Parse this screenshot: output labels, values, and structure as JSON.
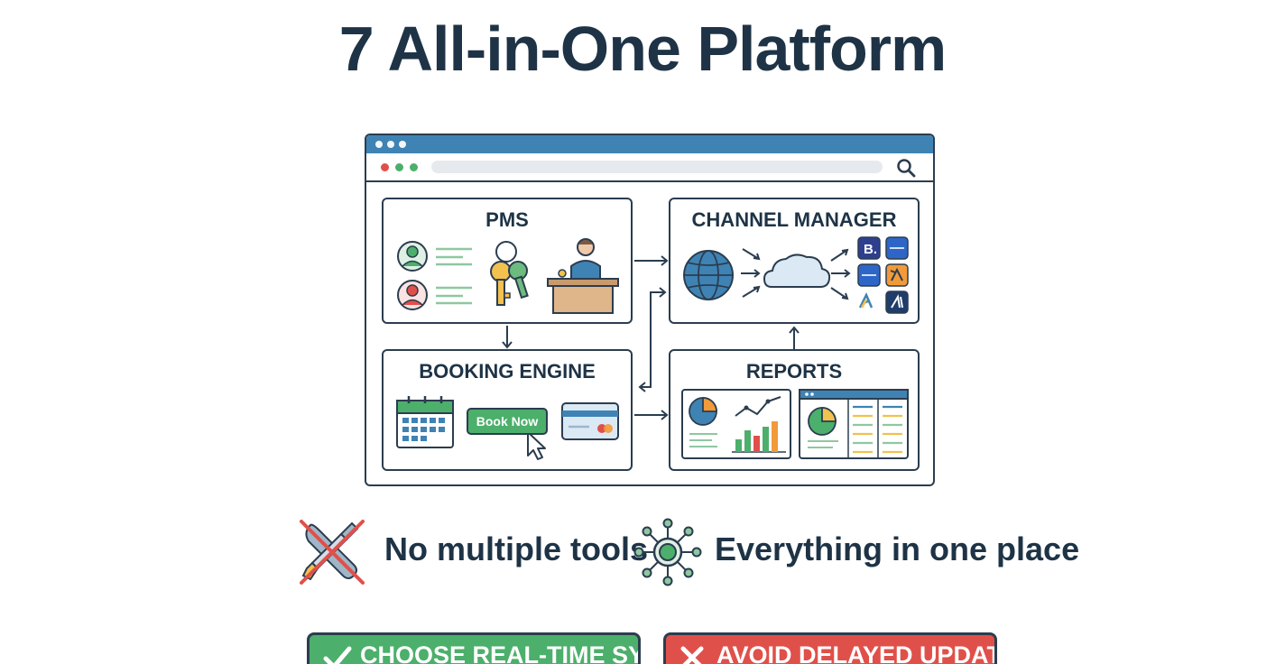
{
  "page": {
    "title": "7 All-in-One Platform"
  },
  "panels": {
    "pms": {
      "title": "PMS",
      "icons": [
        "guest-avatar-icon",
        "guest-avatar-icon",
        "keys-icon",
        "reception-desk-icon"
      ]
    },
    "channel_manager": {
      "title": "CHANNEL MANAGER",
      "icons": [
        "globe-icon",
        "cloud-icon",
        "ota-logo-icon"
      ]
    },
    "booking_engine": {
      "title": "BOOKING ENGINE",
      "button_label": "Book Now",
      "icons": [
        "calendar-icon",
        "cursor-icon",
        "credit-card-icon"
      ]
    },
    "reports": {
      "title": "REPORTS",
      "icons": [
        "pie-chart-icon",
        "line-bar-chart-icon",
        "dashboard-icon"
      ]
    }
  },
  "features": [
    {
      "label": "No multiple tools",
      "icon": "crossed-tools-icon"
    },
    {
      "label": "Everything in one place",
      "icon": "hub-network-icon"
    }
  ],
  "ctas": [
    {
      "label": "CHOOSE REAL-TIME SYNC",
      "icon": "check-icon",
      "color": "#4caf6b"
    },
    {
      "label": "AVOID DELAYED UPDATES",
      "icon": "x-icon",
      "color": "#e0504a"
    }
  ],
  "colors": {
    "titlebar": "#3f83b4",
    "ink": "#2b3d4f",
    "green": "#4caf6b",
    "red": "#e0504a",
    "blue": "#3f83b4",
    "orange": "#f29a3a"
  }
}
